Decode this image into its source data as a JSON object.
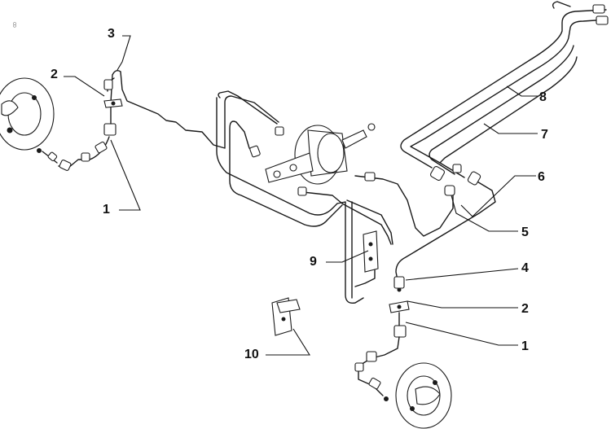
{
  "callouts": {
    "c3": "3",
    "c2_top": "2",
    "c1_left": "1",
    "c8": "8",
    "c7": "7",
    "c6": "6",
    "c5": "5",
    "c4": "4",
    "c9": "9",
    "c2_bottom": "2",
    "c1_bottom": "1",
    "c10": "10"
  },
  "corner_mark": "ꝏ"
}
